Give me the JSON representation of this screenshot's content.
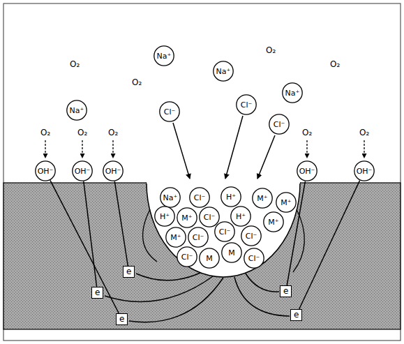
{
  "diagram": {
    "nodes": [
      {
        "text": [
          "Na⁺"
        ]
      },
      {
        "text": [
          "Na⁺"
        ]
      },
      {
        "text": [
          "Na⁺"
        ]
      },
      {
        "text": [
          "Cl⁻"
        ]
      },
      {
        "text": [
          "Na⁺"
        ]
      },
      {
        "text": [
          "Cl⁻"
        ]
      },
      {
        "text": [
          "Cl⁻"
        ]
      },
      {
        "text": [
          "OH⁻"
        ]
      },
      {
        "text": [
          "OH⁻"
        ]
      },
      {
        "text": [
          "OH⁻"
        ]
      },
      {
        "text": [
          "OH⁻"
        ]
      },
      {
        "text": [
          "OH⁻"
        ]
      },
      {
        "text": [
          "Na⁺"
        ]
      },
      {
        "text": [
          "Cl⁻"
        ]
      },
      {
        "text": [
          "H⁺"
        ]
      },
      {
        "text": [
          "M⁺"
        ]
      },
      {
        "text": [
          "M⁺"
        ]
      },
      {
        "text": [
          "H⁺"
        ]
      },
      {
        "text": [
          "M⁺"
        ]
      },
      {
        "text": [
          "Cl⁻"
        ]
      },
      {
        "text": [
          "H⁺"
        ]
      },
      {
        "text": [
          "M⁺"
        ]
      },
      {
        "text": [
          "Cl⁻"
        ]
      },
      {
        "text": [
          "M⁺"
        ]
      },
      {
        "text": [
          "Cl⁻"
        ]
      },
      {
        "text": [
          "Cl⁻"
        ]
      },
      {
        "text": [
          "Cl⁻"
        ]
      },
      {
        "text": [
          "M"
        ]
      },
      {
        "text": [
          "M"
        ]
      },
      {
        "text": [
          "Cl⁻"
        ]
      },
      {
        "text": [
          "e"
        ]
      },
      {
        "text": [
          "e"
        ]
      },
      {
        "text": [
          "e"
        ]
      },
      {
        "text": [
          "e"
        ]
      },
      {
        "text": [
          "e"
        ]
      }
    ],
    "edges": [
      {
        "from": 9,
        "to": 30,
        "arrow": "none"
      },
      {
        "from": 10,
        "to": 31,
        "arrow": "none"
      },
      {
        "from": 8,
        "to": 32,
        "arrow": "none"
      },
      {
        "from": 11,
        "to": 33,
        "arrow": "none"
      },
      {
        "from": 7,
        "to": 34,
        "arrow": "none"
      }
    ],
    "labels": [
      "O₂",
      "O₂",
      "O₂",
      "O₂",
      "O₂",
      "O₂",
      "O₂",
      "O₂",
      "O₂"
    ]
  }
}
